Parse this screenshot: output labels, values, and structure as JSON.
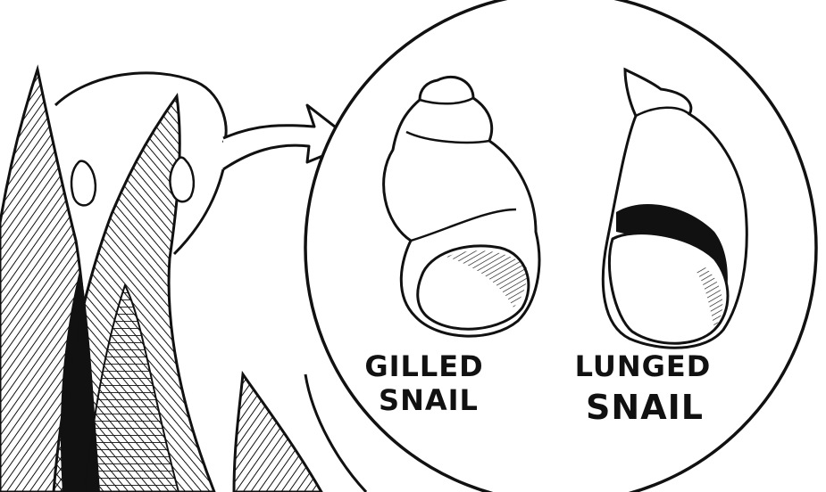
{
  "labels": {
    "gilled_line1": "GILLED",
    "gilled_line2": "SNAIL",
    "lunged_line1": "LUNGED",
    "lunged_line2": "SNAIL"
  },
  "colors": {
    "ink": "#111111",
    "paper": "#ffffff"
  }
}
